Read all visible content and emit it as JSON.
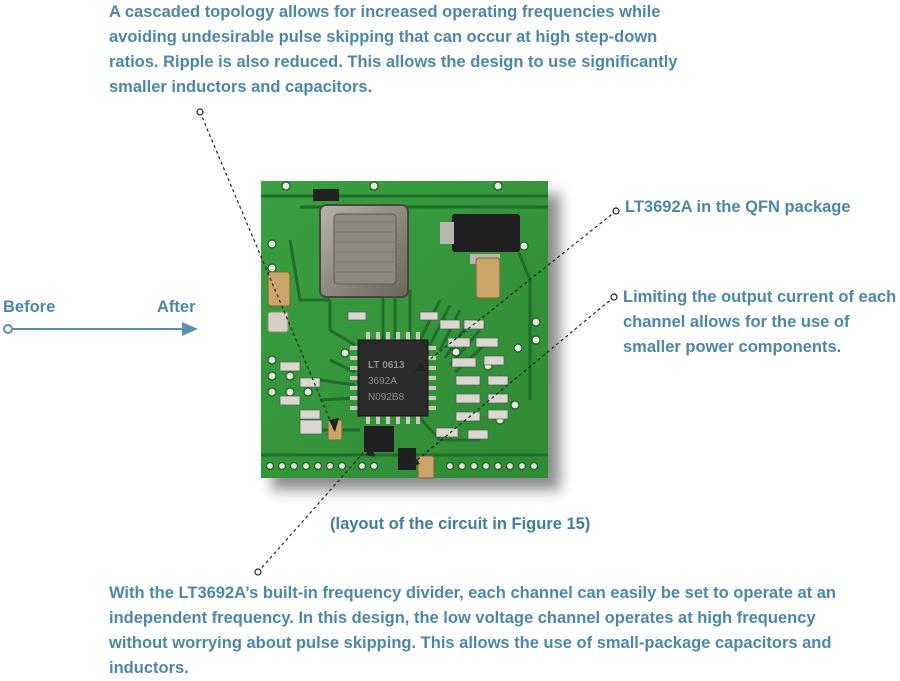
{
  "annotations": {
    "top": "A cascaded topology allows for increased operating frequencies while avoiding undesirable pulse skipping that can occur at high step-down ratios. Ripple is also reduced. This allows the design to use significantly smaller inductors and capacitors.",
    "qfn": "LT3692A in the QFN package",
    "limit": "Limiting the output current of each channel allows for the use of smaller power components.",
    "bottom": "With the LT3692A’s built-in frequency divider, each channel can easily be set to operate at an independent frequency. In this design, the low voltage channel operates at high frequency without worrying about pulse skipping. This allows the use of small-package capacitors and inductors."
  },
  "caption": "(layout of the circuit in Figure 15)",
  "arrow": {
    "before": "Before",
    "after": "After"
  },
  "chip_marking": {
    "line1": "LT 0613",
    "line2": "3692A",
    "line3": "N092B8"
  },
  "colors": {
    "text": "#4b88a8",
    "board": "#3a9a3e",
    "arrow": "#5f90aa"
  }
}
